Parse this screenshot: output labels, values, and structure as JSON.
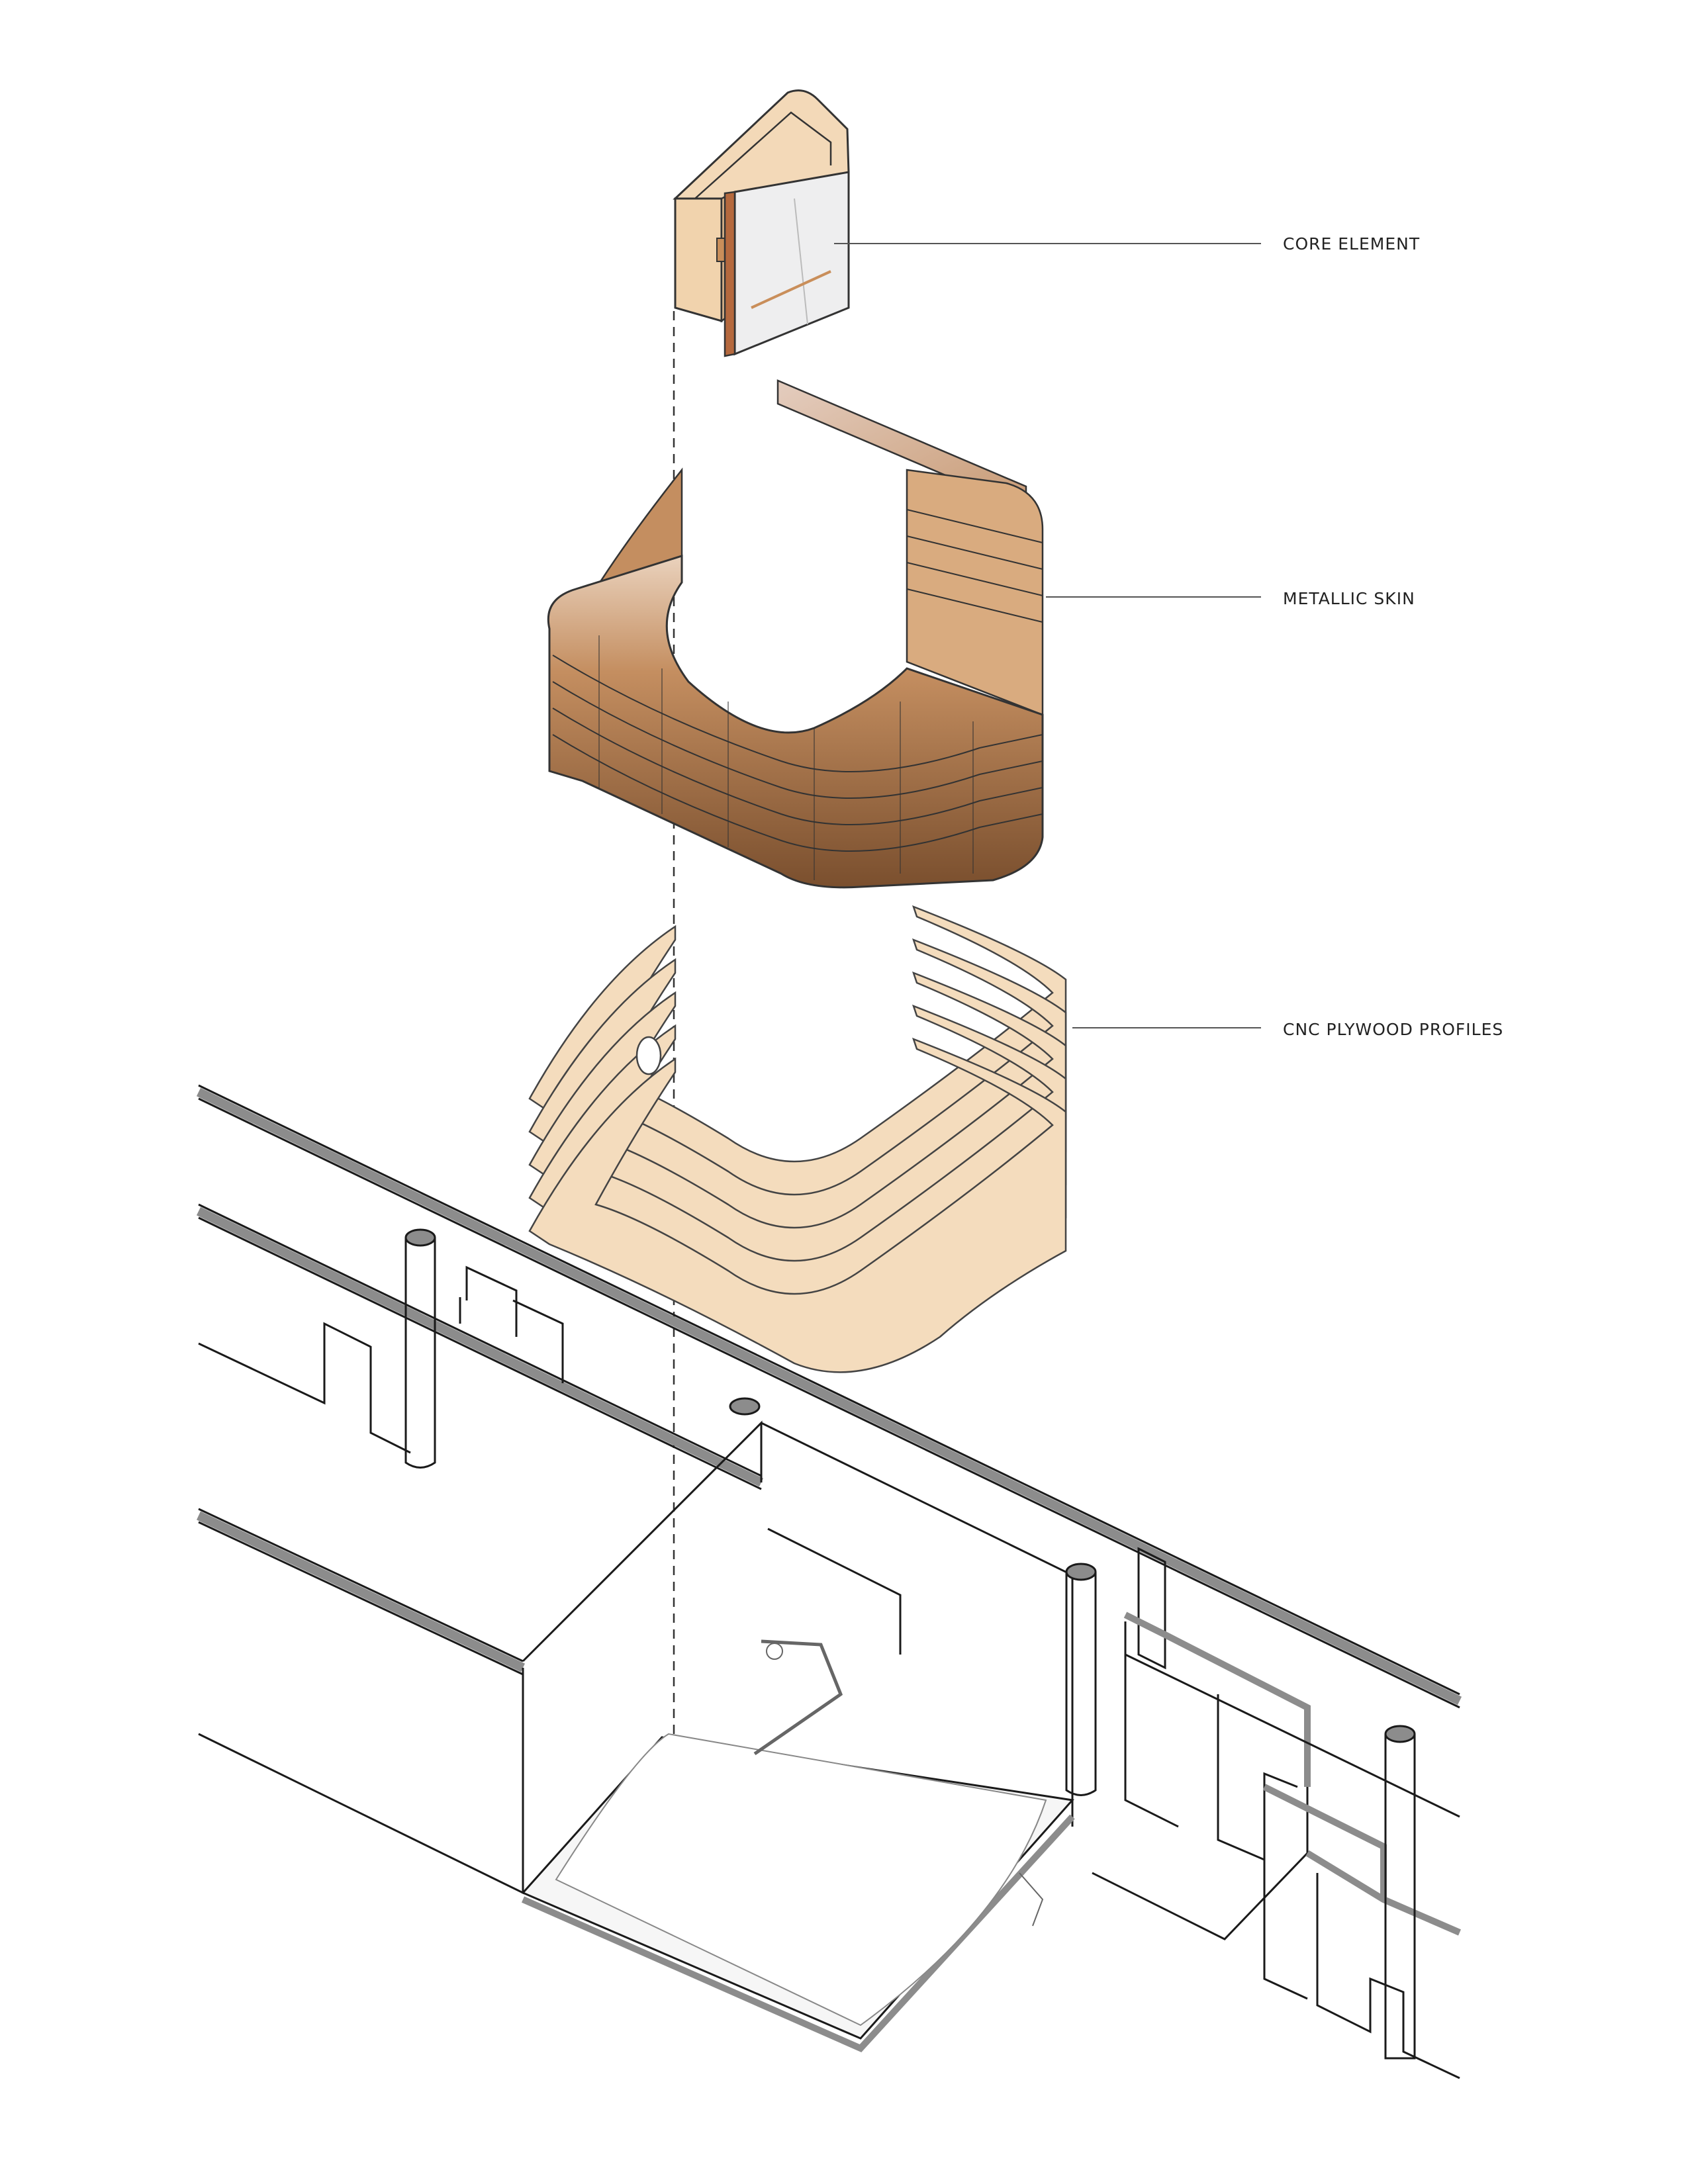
{
  "labels": {
    "core": "CORE ELEMENT",
    "skin": "METALLIC SKIN",
    "cnc": "CNC PLYWOOD PROFILES"
  },
  "colors": {
    "plywood": "#f3d9b8",
    "plywood_dark": "#e3b98c",
    "copper_light": "#e2bc98",
    "copper_dark": "#7a4f2e",
    "glass": "#eeeeef",
    "wall_line": "#1a1a1a",
    "wall_top": "#8c8c8c",
    "leader": "#555555"
  }
}
